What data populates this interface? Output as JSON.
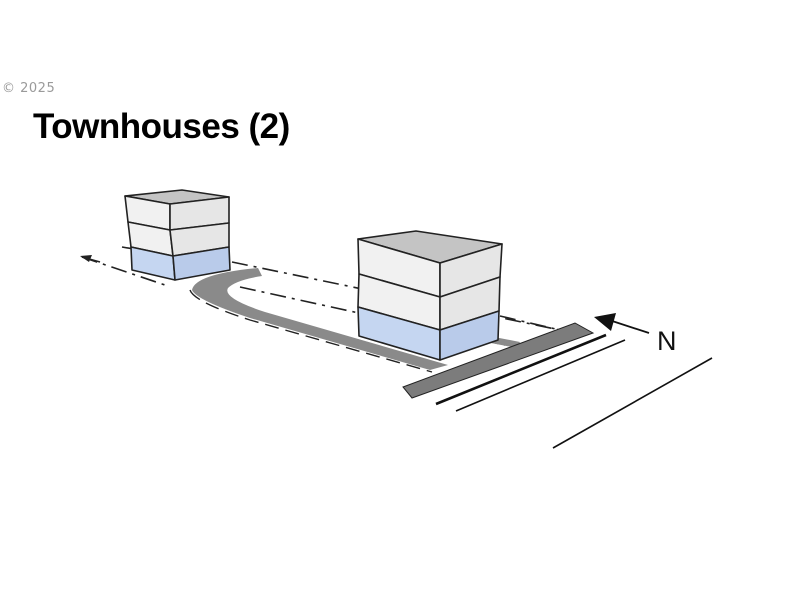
{
  "watermark": {
    "copyright": "© 2025"
  },
  "header": {
    "title": "Townhouses (2)"
  },
  "diagram": {
    "north_label": "N",
    "colors": {
      "roof": "#c4c4c4",
      "upper_floor_front": "#f1f1f1",
      "upper_floor_side": "#e6e6e6",
      "ground_floor_front": "#c5d6f1",
      "ground_floor_side": "#b9cbea",
      "driveway": "#8a8a8a",
      "street": "#7c7c7c",
      "outline": "#222222"
    }
  }
}
